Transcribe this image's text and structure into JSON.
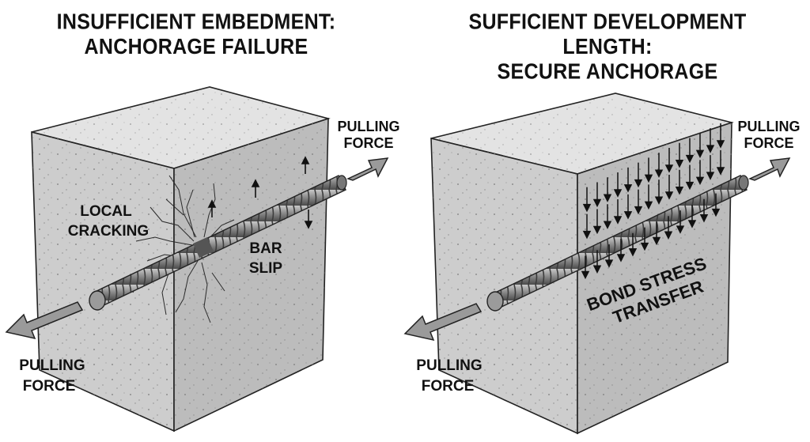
{
  "left_panel": {
    "title_line1": "INSUFFICIENT EMBEDMENT:",
    "title_line2": "ANCHORAGE FAILURE",
    "force_right_line1": "PULLING",
    "force_right_line2": "FORCE",
    "force_left_line1": "PULLING",
    "force_left_line2": "FORCE",
    "crack_label_line1": "LOCAL",
    "crack_label_line2": "CRACKING",
    "slip_label_line1": "BAR",
    "slip_label_line2": "SLIP"
  },
  "right_panel": {
    "title_line1": "SUFFICIENT DEVELOPMENT LENGTH:",
    "title_line2": "SECURE ANCHORAGE",
    "force_right_line1": "PULLING",
    "force_right_line2": "FORCE",
    "force_left_line1": "PULLING",
    "force_left_line2": "FORCE",
    "bond_label_line1": "BOND STRESS",
    "bond_label_line2": "TRANSFER"
  },
  "colors": {
    "concrete_front": "#cfcfcf",
    "concrete_side": "#bdbdbd",
    "concrete_top": "#e2e2e2",
    "rebar": "#8a8a8a",
    "arrow": "#9a9a9a",
    "ink": "#111111"
  }
}
